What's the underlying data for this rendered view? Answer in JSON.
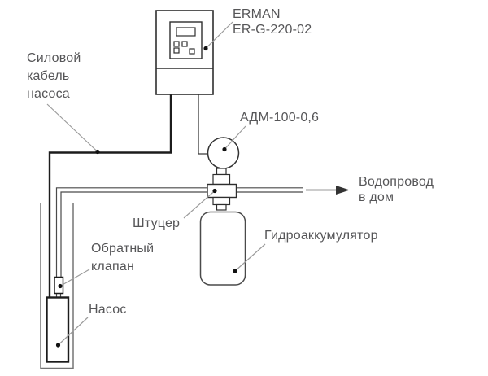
{
  "labels": {
    "controller": {
      "text": "ERMAN\nER-G-220-02"
    },
    "power_cable": {
      "text": "Силовой\nкабель\nнасоса"
    },
    "pressure_unit": {
      "text": "АДМ-100-0,6"
    },
    "water_supply": {
      "text": "Водопровод\nв дом"
    },
    "fitting": {
      "text": "Штуцер"
    },
    "accumulator": {
      "text": "Гидроаккумулятор"
    },
    "check_valve": {
      "text": "Обратный\nклапан"
    },
    "pump": {
      "text": "Насос"
    }
  },
  "colors": {
    "background": "#ffffff",
    "outline": "#2e2e2e",
    "pipe": "#4a4a4a",
    "casing": "#757575",
    "cable": "#1c1c1c",
    "leader": "#9b9b9b",
    "dot": "#111111",
    "label_text": "#565658"
  }
}
